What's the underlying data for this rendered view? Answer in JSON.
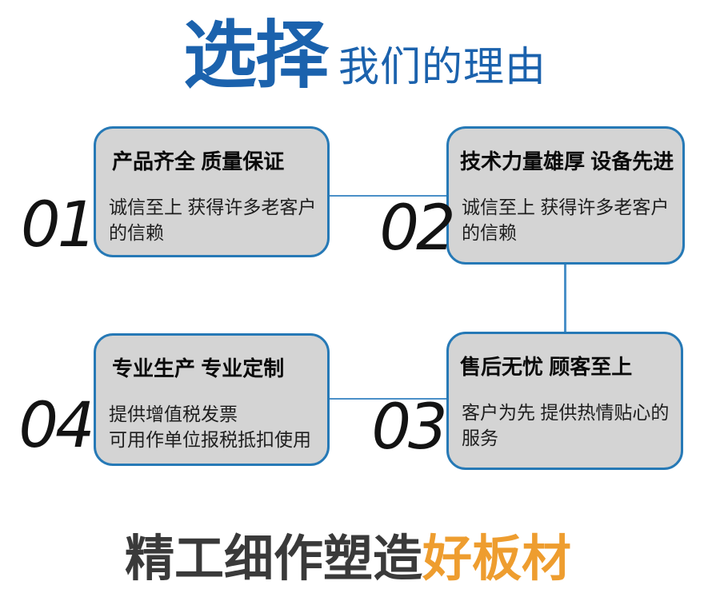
{
  "header": {
    "title_highlight": "选择",
    "title_rest": "我们的理由"
  },
  "cards": [
    {
      "number": "01",
      "title": "产品齐全 质量保证",
      "description": "诚信至上 获得许多老客户\n的信赖"
    },
    {
      "number": "02",
      "title": "技术力量雄厚 设备先进",
      "description": "诚信至上 获得许多老客户\n的信赖"
    },
    {
      "number": "04",
      "title": "专业生产 专业定制",
      "description": "提供增值税发票\n可用作单位报税抵扣使用"
    },
    {
      "number": "03",
      "title": "售后无忧 顾客至上",
      "description": "客户为先 提供热情贴心的\n服务"
    }
  ],
  "footer": {
    "text_dark": "精工细作塑造",
    "text_highlight": "好板材"
  },
  "colors": {
    "brand_blue": "#1b62ad",
    "card_border_blue": "#2679b6",
    "card_background": "#d4d4d4",
    "connector_blue": "#4a90c8",
    "number_black": "#131313",
    "footer_dark": "#3a3a3a",
    "footer_orange": "#ee9d2f"
  }
}
